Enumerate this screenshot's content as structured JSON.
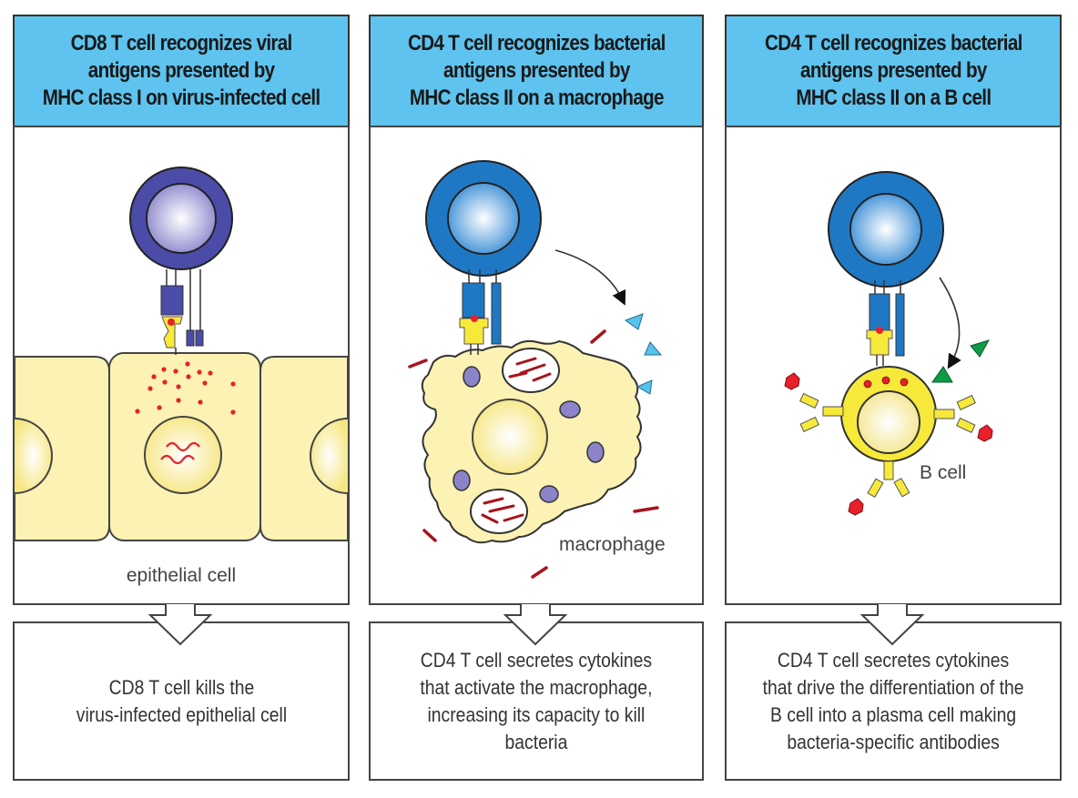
{
  "panels": [
    {
      "header": "CD8 T cell recognizes viral\nantigens presented by\nMHC class I on virus-infected cell",
      "cell_label": "epithelial cell",
      "result": "CD8 T cell kills the\nvirus-infected epithelial cell",
      "t_cell_type": "CD8",
      "t_cell_color": "#4b4ba8"
    },
    {
      "header": "CD4 T cell recognizes bacterial\nantigens presented by\nMHC class II on a macrophage",
      "cell_label": "macrophage",
      "result": "CD4 T cell secretes cytokines\nthat activate the macrophage,\nincreasing its capacity to kill\nbacteria",
      "t_cell_type": "CD4",
      "t_cell_color": "#1f78c4"
    },
    {
      "header": "CD4 T cell recognizes bacterial\nantigens presented by\nMHC class II on a B cell",
      "cell_label": "B cell",
      "result": "CD4 T cell secretes cytokines\nthat drive the differentiation of the\nB cell into a plasma cell making\nbacteria-specific antibodies",
      "t_cell_type": "CD4",
      "t_cell_color": "#1f78c4"
    }
  ],
  "colors": {
    "header_bg": "#5ec3ee",
    "cell_yellow": "#fbf2b4",
    "b_cell_yellow": "#f7e93a",
    "antigen_red": "#e8202a",
    "bacteria_red": "#a8141c",
    "cytokine_blue": "#56c3ee",
    "cytokine_green": "#0f9a48",
    "vesicle_purple": "#8c84c8"
  }
}
